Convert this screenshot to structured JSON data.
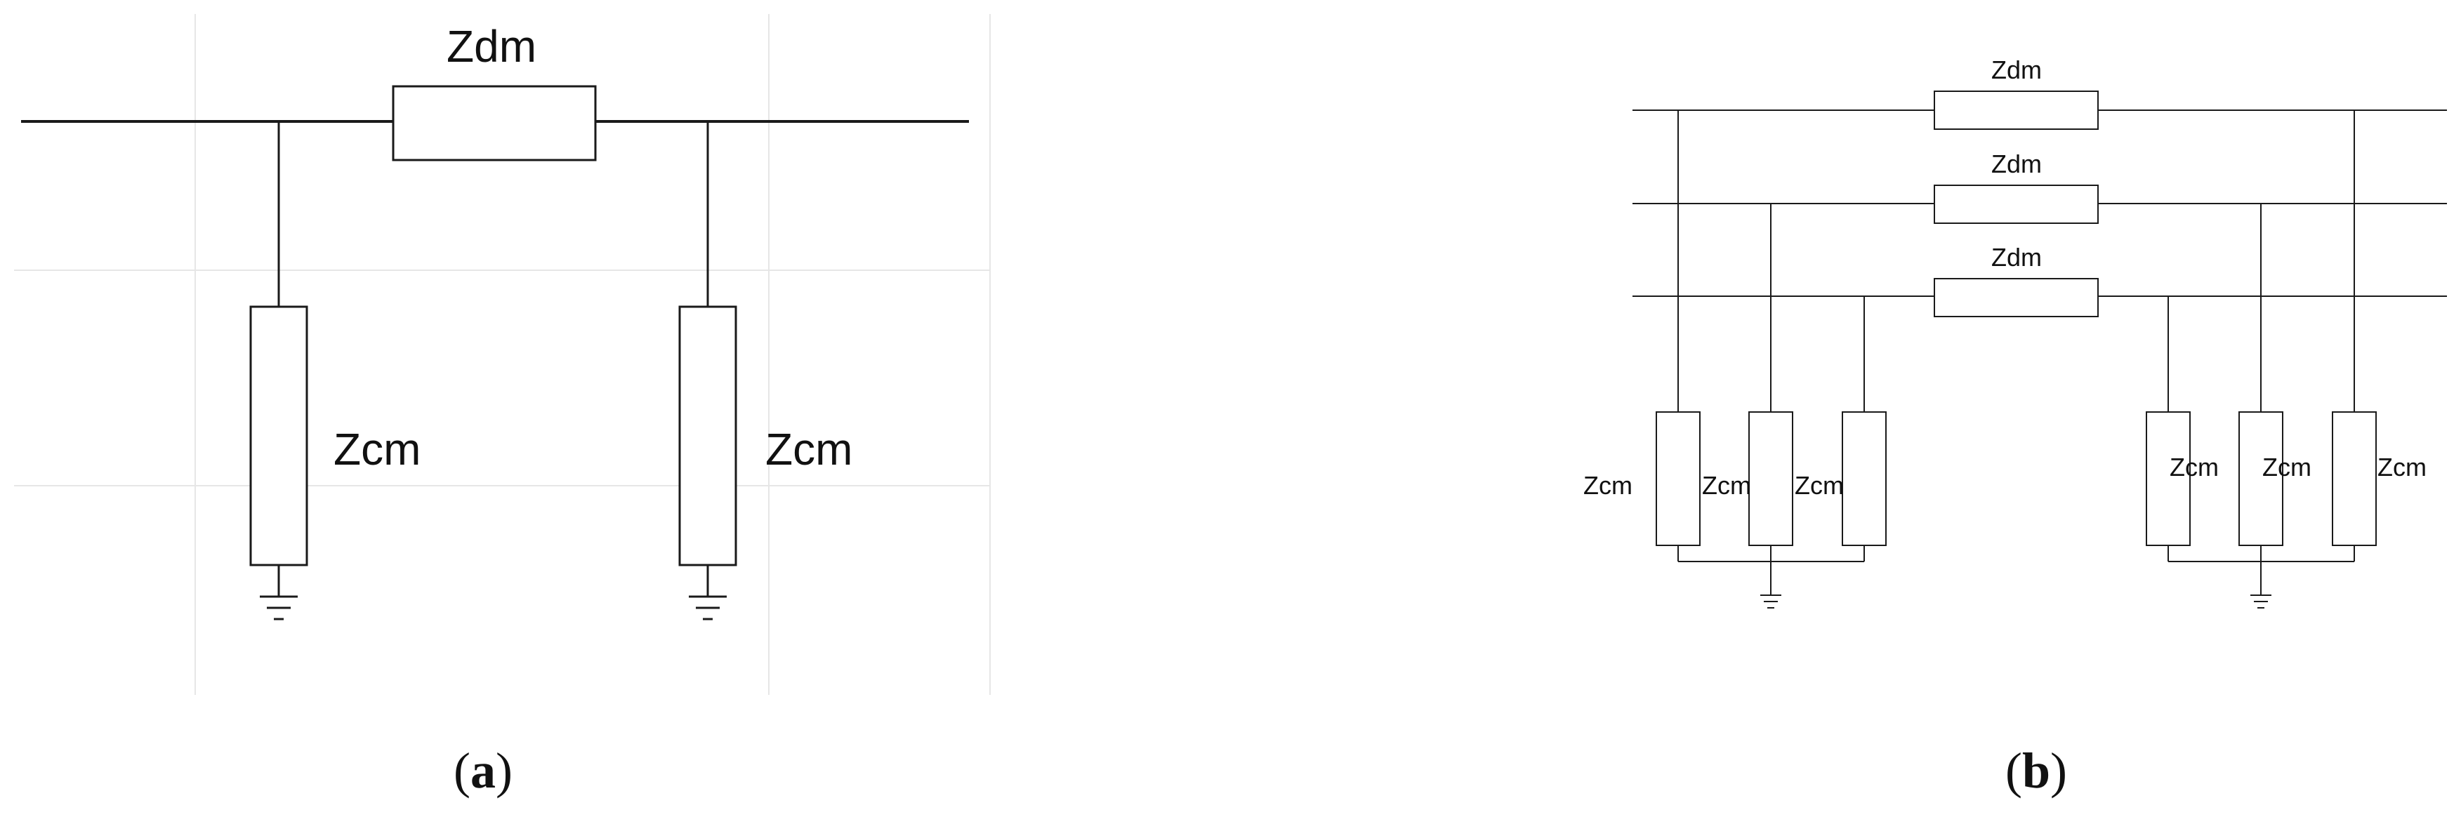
{
  "panel_a": {
    "series_label": "Zdm",
    "shunt_labels": [
      "Zcm",
      "Zcm"
    ],
    "caption_letter": "a"
  },
  "panel_b": {
    "series_labels": [
      "Zdm",
      "Zdm",
      "Zdm"
    ],
    "shunt_labels_left": [
      "Zcm",
      "Zcm",
      "Zcm"
    ],
    "shunt_labels_right": [
      "Zcm",
      "Zcm",
      "Zcm"
    ],
    "caption_letter": "b"
  }
}
